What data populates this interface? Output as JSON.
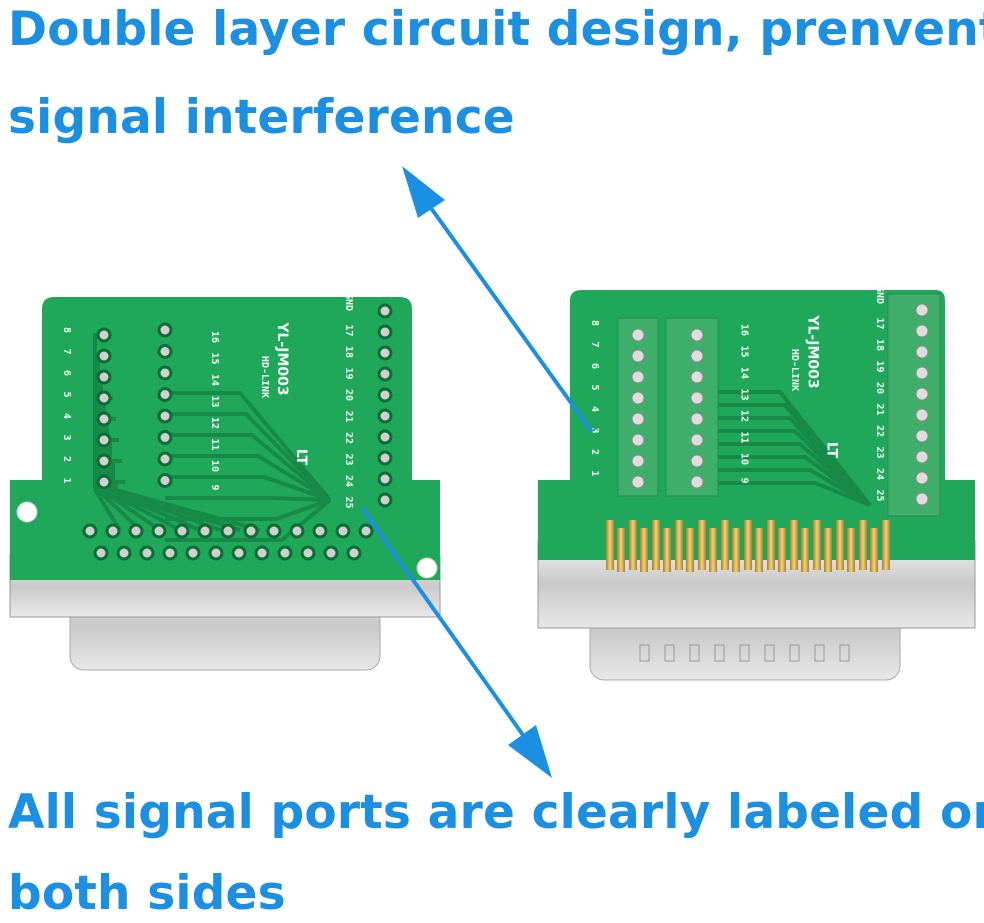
{
  "headline": {
    "line1": "Double layer circuit design, prenvent",
    "line2": "signal interference"
  },
  "footer": {
    "line1": "All signal ports are clearly labeled on",
    "line2": "both sides"
  },
  "board": {
    "model": "YL-JM003",
    "brand": "HD-LINK",
    "logo": "LT",
    "pins_left": [
      "8",
      "7",
      "6",
      "5",
      "4",
      "3",
      "2",
      "1"
    ],
    "pins_middle": [
      "16",
      "15",
      "14",
      "13",
      "12",
      "11",
      "10",
      "9"
    ],
    "pins_right": [
      "GND",
      "17",
      "18",
      "19",
      "20",
      "21",
      "22",
      "23",
      "24",
      "25"
    ]
  },
  "colors": {
    "accent": "#1b8fe2",
    "pcb": "#1faa5a",
    "terminal": "#3fae6a"
  }
}
